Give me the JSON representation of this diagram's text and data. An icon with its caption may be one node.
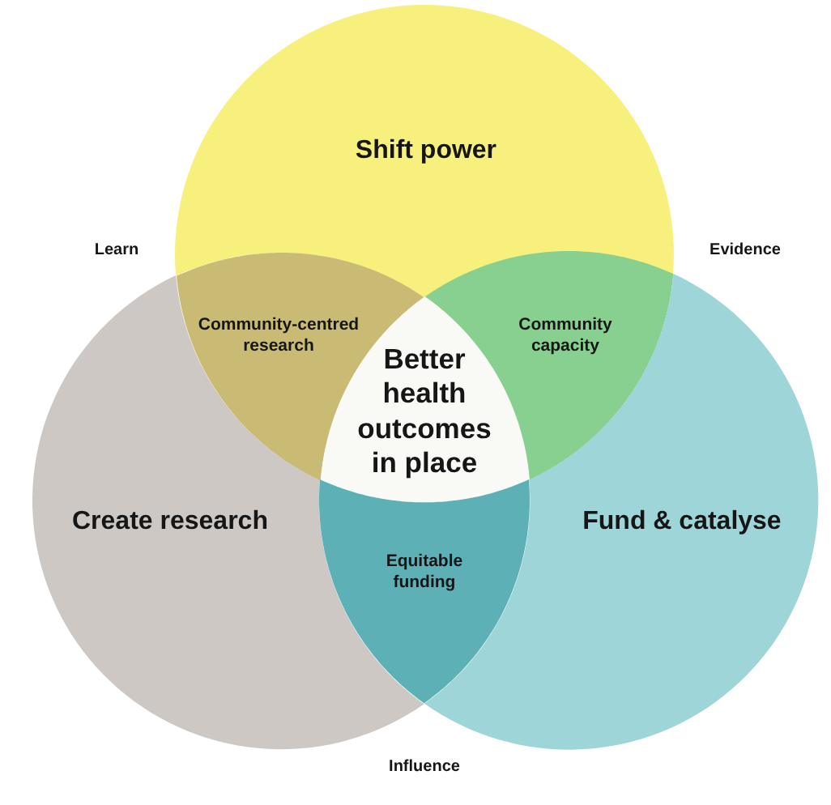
{
  "diagram": {
    "nodes": [
      {
        "text": [
          "Shift power"
        ]
      },
      {
        "text": [
          "Community-centred research"
        ]
      },
      {
        "text": [
          "Community capacity"
        ]
      },
      {
        "text": [
          "Better health outcomes in place"
        ]
      },
      {
        "text": [
          "Create research"
        ]
      },
      {
        "text": [
          "Fund & catalyse"
        ]
      },
      {
        "text": [
          "Equitable funding"
        ]
      }
    ],
    "labels": [
      "Learn",
      "Evidence",
      "Influence"
    ]
  }
}
